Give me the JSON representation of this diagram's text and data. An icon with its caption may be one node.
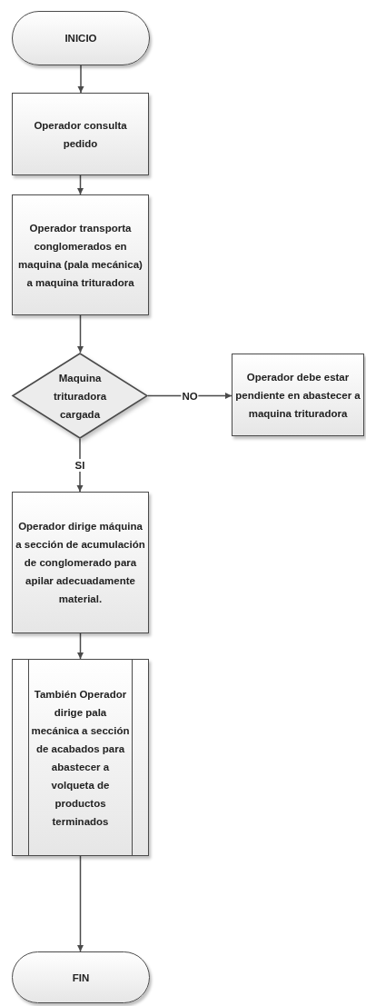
{
  "diagram": {
    "nodes": [
      {
        "text": [
          "INICIO"
        ]
      },
      {
        "text": [
          "Operador consulta pedido"
        ]
      },
      {
        "text": [
          "Operador transporta conglomerados en maquina (pala mecánica) a maquina trituradora"
        ]
      },
      {
        "text": [
          "Maquina trituradora cargada"
        ]
      },
      {
        "text": [
          "Operador debe estar pendiente en abastecer a maquina trituradora"
        ]
      },
      {
        "text": [
          "Operador dirige máquina a sección de acumulación de conglomerado para apilar adecuadamente material."
        ]
      },
      {
        "text": [
          "También Operador dirige pala mecánica a sección de acabados para abastecer a volqueta de productos terminados"
        ]
      },
      {
        "text": [
          "FIN"
        ]
      }
    ],
    "edges": [
      {
        "from": 0,
        "to": 1,
        "arrow": "to"
      },
      {
        "from": 1,
        "to": 2,
        "arrow": "to"
      },
      {
        "from": 2,
        "to": 3,
        "arrow": "to"
      },
      {
        "from": 3,
        "to": 4,
        "arrow": "to",
        "label": "NO"
      },
      {
        "from": 3,
        "to": 5,
        "arrow": "to",
        "label": "SI"
      },
      {
        "from": 5,
        "to": 6,
        "arrow": "to"
      },
      {
        "from": 6,
        "to": 7,
        "arrow": "to"
      }
    ]
  }
}
